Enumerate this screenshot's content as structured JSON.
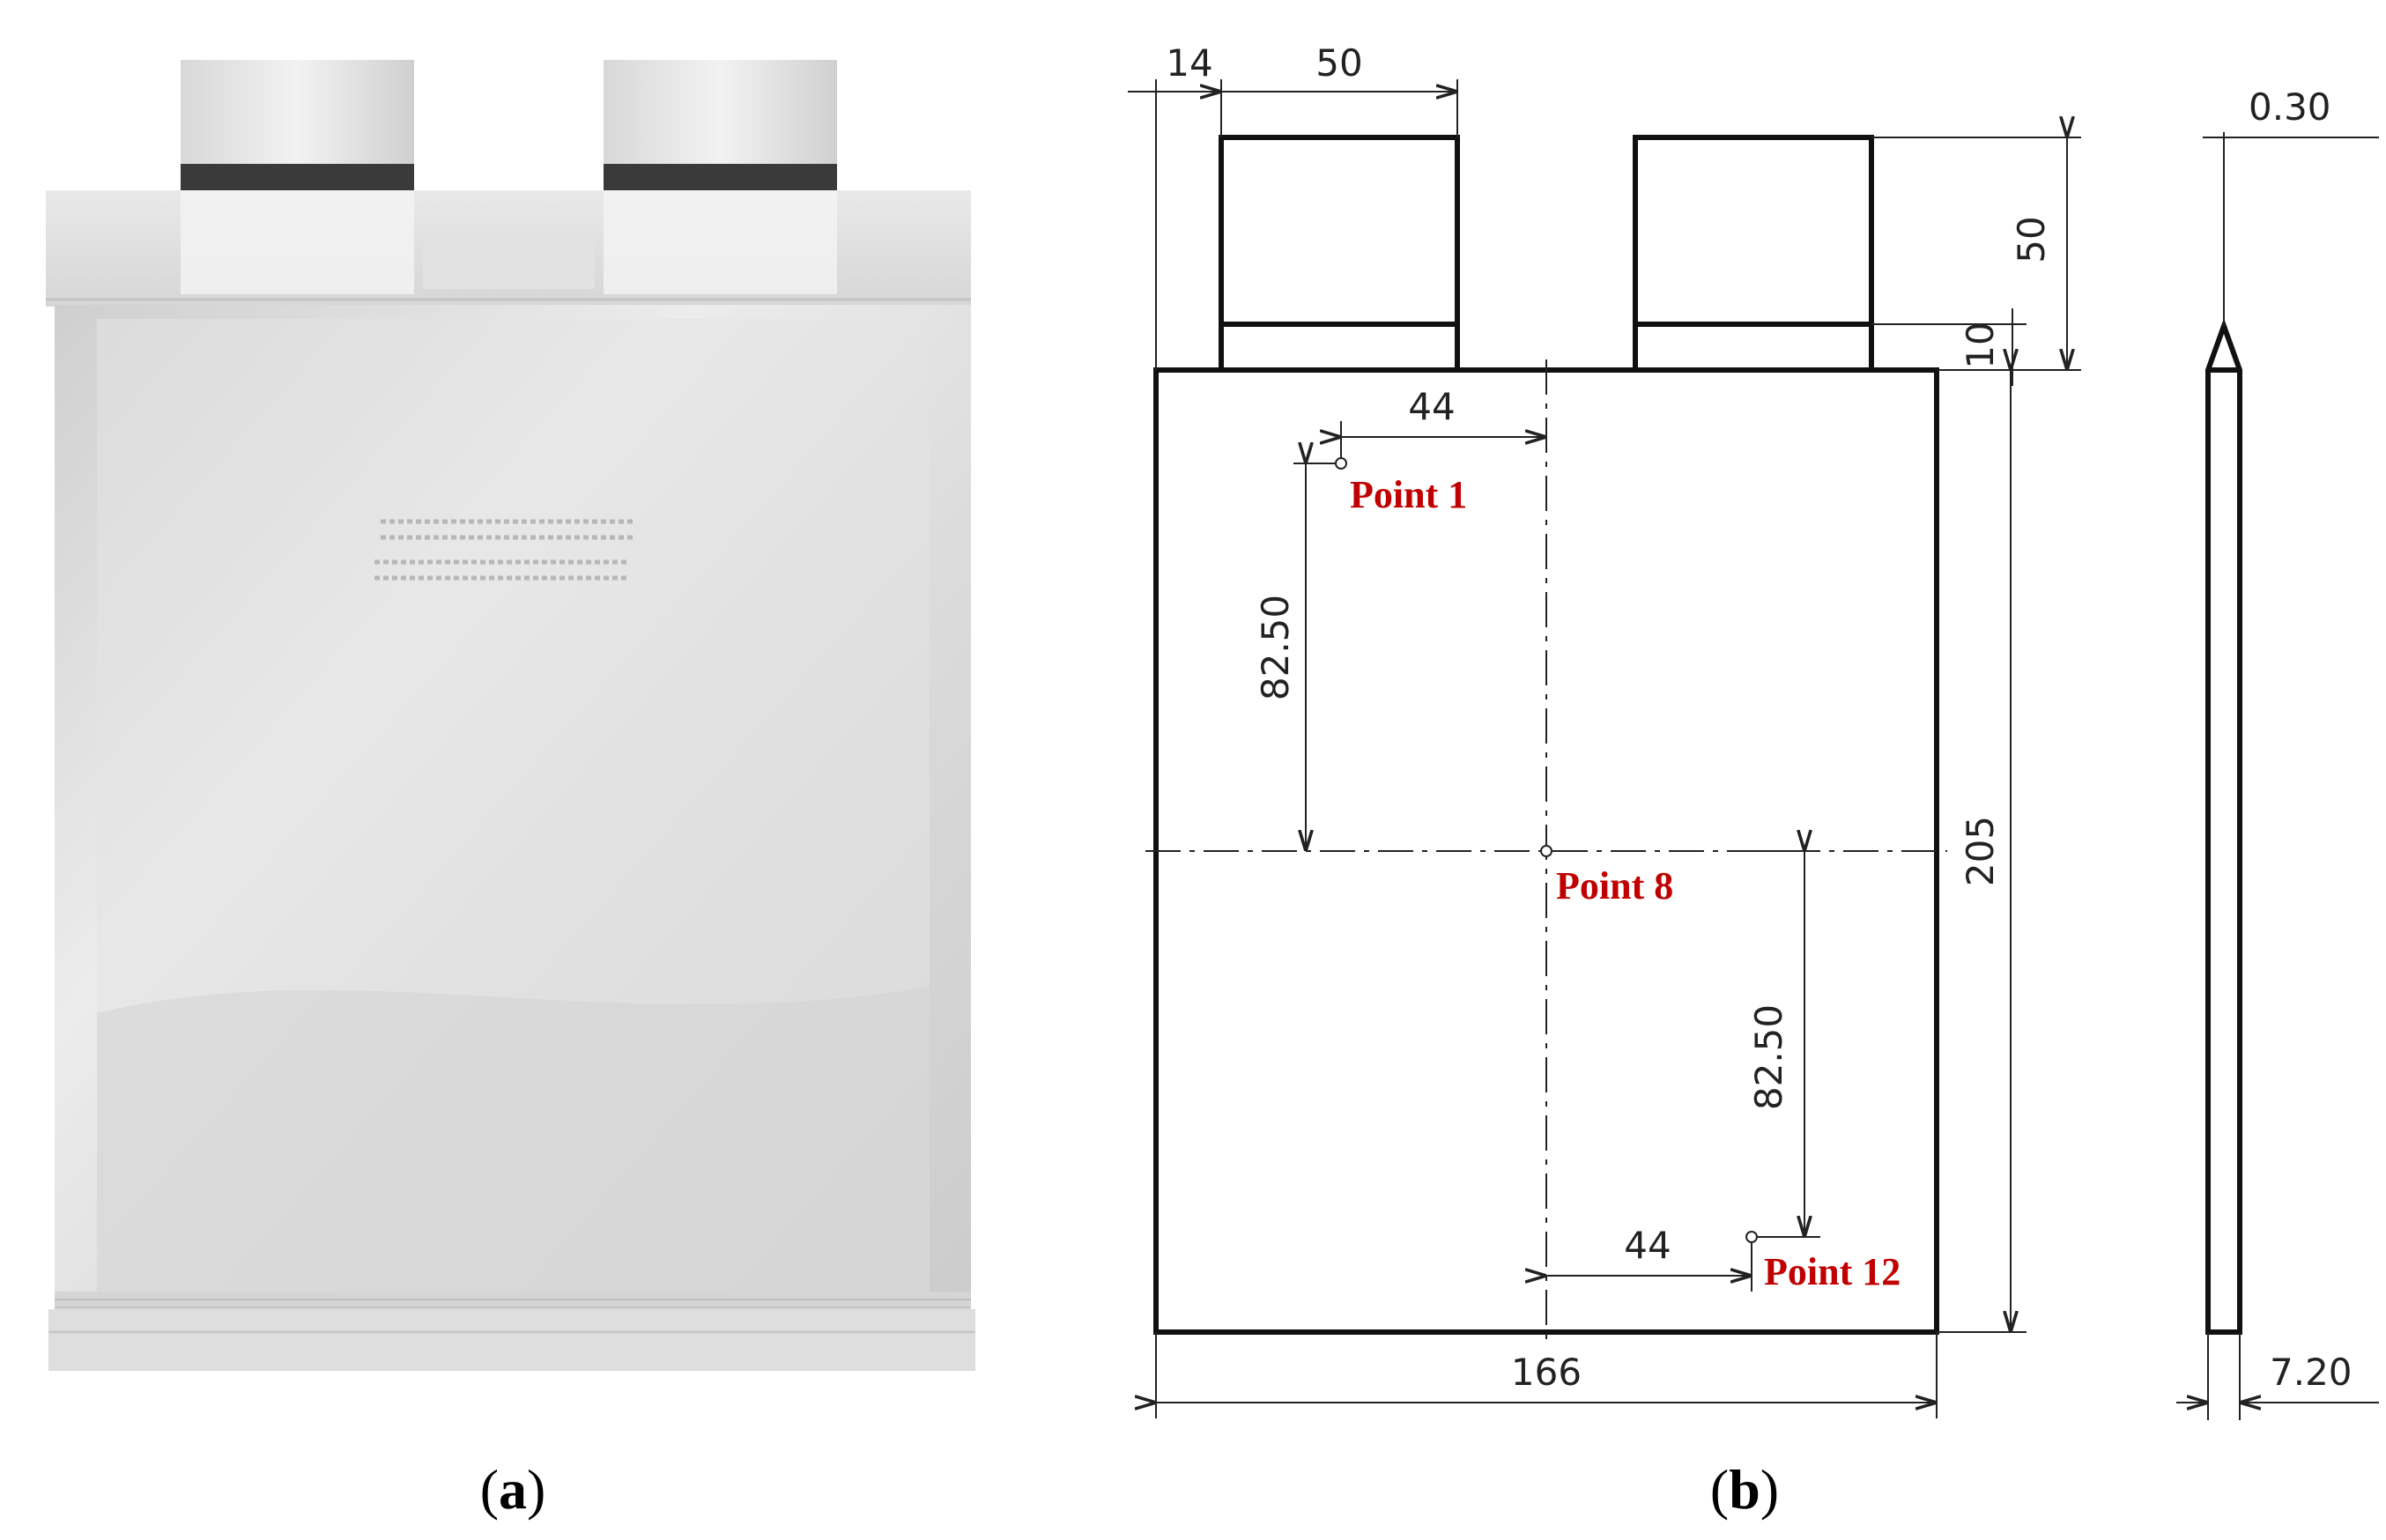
{
  "panel_a": {
    "caption_open": "(",
    "caption_letter": "a",
    "caption_close": ")"
  },
  "panel_b": {
    "caption_open": "(",
    "caption_letter": "b",
    "caption_close": ")",
    "dims": {
      "tab_offset": "14",
      "tab_width": "50",
      "tab_height": "50",
      "tab_step": "10",
      "foil": "0.30",
      "cell_thickness": "7.20",
      "cell_height": "205",
      "cell_width": "166",
      "p1_horizontal": "44",
      "p1_vertical": "82.50",
      "p12_horizontal": "44",
      "p12_vertical": "82.50"
    },
    "points": {
      "p1": "Point 1",
      "p8": "Point 8",
      "p12": "Point 12"
    }
  },
  "colors": {
    "point_label": "#c00000",
    "cell_body": "#d9d9d9"
  }
}
